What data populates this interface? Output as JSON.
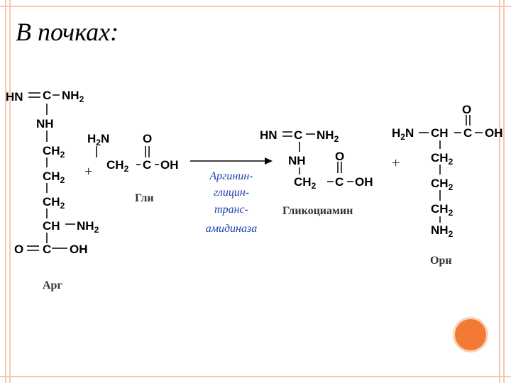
{
  "slide": {
    "title": "В почках:"
  },
  "arg": {
    "hn": "HN",
    "c": "C",
    "nh2": "NH",
    "nh": "NH",
    "ch2a": "CH",
    "ch2b": "CH",
    "ch2c": "CH",
    "ch": "CH",
    "nh2b": "NH",
    "o": "O",
    "c2": "C",
    "oh": "OH",
    "sub2": "2",
    "label": "Арг"
  },
  "gly": {
    "h2n_h": "H",
    "h2n_n": "N",
    "o": "O",
    "ch2": "CH",
    "c": "C",
    "oh": "OH",
    "sub2": "2",
    "label": "Гли"
  },
  "plus": "+",
  "enzyme": {
    "lines": [
      "Аргинин-",
      "глицин-",
      "транс-",
      "амидиназа"
    ]
  },
  "gca": {
    "hn": "HN",
    "c": "C",
    "nh2": "NH",
    "nh": "NH",
    "o": "O",
    "ch2": "CH",
    "c2": "C",
    "oh": "OH",
    "sub2": "2",
    "label": "Гликоциамин"
  },
  "orn": {
    "h2n_h": "H",
    "h2n_n": "N",
    "ch": "CH",
    "c": "C",
    "oh": "OH",
    "o": "O",
    "ch2a": "CH",
    "ch2b": "CH",
    "ch2c": "CH",
    "nh2": "NH",
    "sub2": "2",
    "label": "Орн"
  },
  "colors": {
    "frame": "#f2c9b4",
    "enzyme": "#1f3fae",
    "dot": "#f27a35"
  }
}
